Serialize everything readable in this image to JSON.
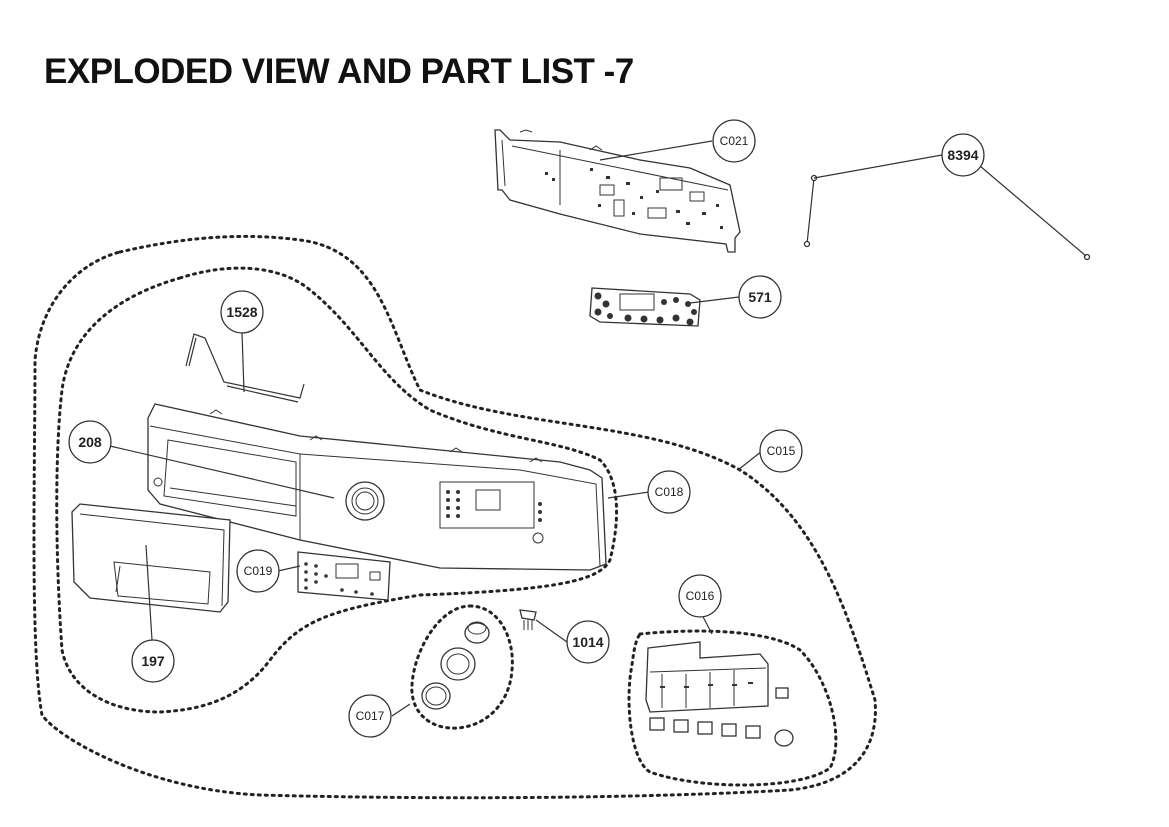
{
  "title": "EXPLODED VIEW AND PART LIST -7",
  "callouts": [
    {
      "id": "C021",
      "label": "C021",
      "style": "light"
    },
    {
      "id": "8394",
      "label": "8394",
      "style": "bold"
    },
    {
      "id": "571",
      "label": "571",
      "style": "bold"
    },
    {
      "id": "1528",
      "label": "1528",
      "style": "bold"
    },
    {
      "id": "208",
      "label": "208",
      "style": "bold"
    },
    {
      "id": "C015",
      "label": "C015",
      "style": "light"
    },
    {
      "id": "C018",
      "label": "C018",
      "style": "light"
    },
    {
      "id": "C019",
      "label": "C019",
      "style": "light"
    },
    {
      "id": "197",
      "label": "197",
      "style": "bold"
    },
    {
      "id": "1014",
      "label": "1014",
      "style": "bold"
    },
    {
      "id": "C016",
      "label": "C016",
      "style": "light"
    },
    {
      "id": "C017",
      "label": "C017",
      "style": "light"
    }
  ],
  "colors": {
    "line": "#333333",
    "background": "#ffffff"
  }
}
